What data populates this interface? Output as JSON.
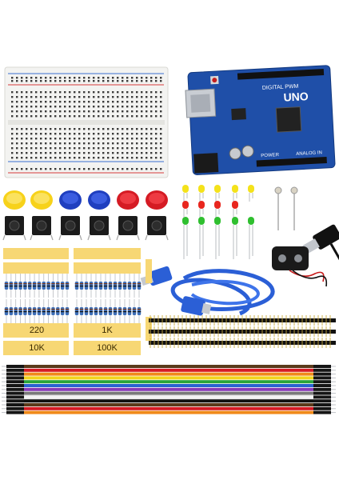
{
  "board": {
    "brand_text": "DIGITAL PWM",
    "model_text": "UNO",
    "power_text": "POWER",
    "analog_text": "ANALOG IN"
  },
  "resistors": {
    "label_220": "220",
    "label_1k": "1K",
    "label_10k": "10K",
    "label_100k": "100K"
  },
  "colors": {
    "board_blue": "#1f4fa8",
    "breadboard": "#f3f3f1",
    "tape_yellow": "#f7d774",
    "usb_blue": "#2b5fd6",
    "button_yellow": "#f7d21a",
    "button_blue": "#1f3fbf",
    "button_red": "#d51b24",
    "led_yellow": "#f4e21b",
    "led_red": "#e8261e",
    "led_green": "#2fbf2f"
  }
}
